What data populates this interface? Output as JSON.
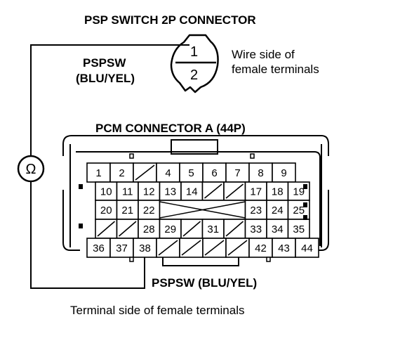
{
  "titles": {
    "psp_connector": "PSP SWITCH 2P CONNECTOR",
    "pcm_connector": "PCM CONNECTOR A (44P)"
  },
  "psp": {
    "pins": [
      "1",
      "2"
    ],
    "wire_label_1": "PSPSW",
    "wire_label_2": "(BLU/YEL)",
    "side_note_1": "Wire side of",
    "side_note_2": "female terminals"
  },
  "meter": {
    "symbol": "Ω"
  },
  "pcm": {
    "rows": [
      [
        {
          "label": "1"
        },
        {
          "label": "2"
        },
        {
          "blank": true
        },
        {
          "label": "4"
        },
        {
          "label": "5"
        },
        {
          "label": "6"
        },
        {
          "label": "7"
        },
        {
          "label": "8"
        },
        {
          "label": "9"
        }
      ],
      [
        {
          "label": "10"
        },
        {
          "label": "11"
        },
        {
          "label": "12"
        },
        {
          "label": "13"
        },
        {
          "label": "14"
        },
        {
          "blank": true
        },
        {
          "blank": true
        },
        {
          "label": "17"
        },
        {
          "label": "18"
        },
        {
          "label": "19"
        }
      ],
      [
        {
          "label": "20"
        },
        {
          "label": "21"
        },
        {
          "label": "22"
        },
        {
          "cross": true
        },
        {
          "label": "23"
        },
        {
          "label": "24"
        },
        {
          "label": "25"
        }
      ],
      [
        {
          "blank": true
        },
        {
          "blank": true
        },
        {
          "label": "28"
        },
        {
          "label": "29"
        },
        {
          "blank": true
        },
        {
          "label": "31"
        },
        {
          "blank": true
        },
        {
          "label": "33"
        },
        {
          "label": "34"
        },
        {
          "label": "35"
        }
      ],
      [
        {
          "label": "36"
        },
        {
          "label": "37"
        },
        {
          "label": "38"
        },
        {
          "blank": true
        },
        {
          "blank": true
        },
        {
          "blank": true
        },
        {
          "blank": true
        },
        {
          "label": "42"
        },
        {
          "label": "43"
        },
        {
          "label": "44"
        }
      ]
    ],
    "wire_label": "PSPSW (BLU/YEL)"
  },
  "footer": "Terminal side of female terminals"
}
